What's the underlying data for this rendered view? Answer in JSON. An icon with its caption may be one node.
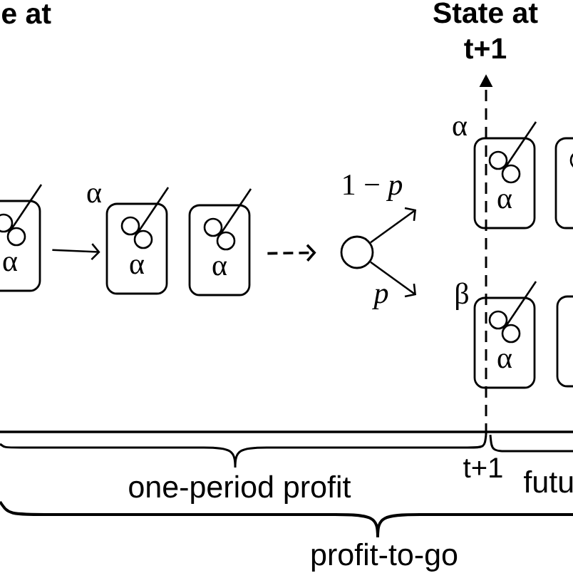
{
  "diagram": {
    "nodes": [
      {
        "text": [
          "α"
        ]
      },
      {
        "text": [
          "α"
        ],
        "beside": [
          "α"
        ]
      },
      {
        "text": [
          "α"
        ]
      },
      {
        "text": [],
        "shape": "circle"
      },
      {
        "text": [
          "α"
        ],
        "beside": [
          "α"
        ]
      },
      {
        "text": [],
        "shape": "box"
      },
      {
        "text": [
          "α"
        ],
        "beside": [
          "β"
        ]
      },
      {
        "text": [],
        "shape": "box"
      }
    ],
    "edges": [
      {
        "from": 0,
        "to": 1,
        "arrow": "to"
      },
      {
        "from": 2,
        "to": 3,
        "arrow": "to",
        "style": "dashed"
      },
      {
        "from": 3,
        "to": null,
        "arrow": "to",
        "label": "1 − *p*"
      },
      {
        "from": 3,
        "to": null,
        "arrow": "to",
        "label": "p"
      }
    ],
    "labels": [
      "e at",
      "State at t+1",
      "t+1",
      "one-period profit",
      "futu",
      "profit-to-go"
    ]
  }
}
